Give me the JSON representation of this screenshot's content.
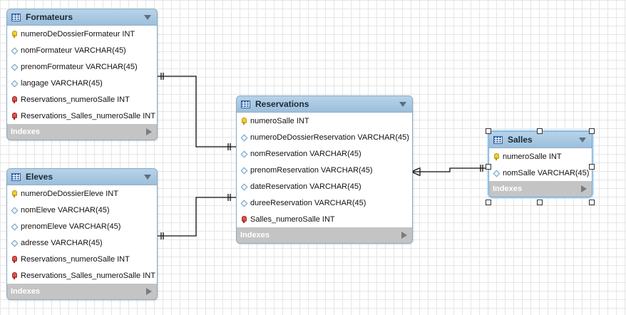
{
  "entities": {
    "formateurs": {
      "title": "Formateurs",
      "columns": [
        {
          "kind": "pk",
          "text": "numeroDeDossierFormateur INT"
        },
        {
          "kind": "nn",
          "text": "nomFormateur VARCHAR(45)"
        },
        {
          "kind": "nn",
          "text": "prenomFormateur VARCHAR(45)"
        },
        {
          "kind": "nn",
          "text": "langage VARCHAR(45)"
        },
        {
          "kind": "fk",
          "text": "Reservations_numeroSalle INT"
        },
        {
          "kind": "fk",
          "text": "Reservations_Salles_numeroSalle INT"
        }
      ],
      "indexes": "Indexes"
    },
    "eleves": {
      "title": "Eleves",
      "columns": [
        {
          "kind": "pk",
          "text": "numeroDeDossierEleve INT"
        },
        {
          "kind": "nn",
          "text": "nomEleve VARCHAR(45)"
        },
        {
          "kind": "nn",
          "text": "prenomEleve VARCHAR(45)"
        },
        {
          "kind": "nn",
          "text": "adresse VARCHAR(45)"
        },
        {
          "kind": "fk",
          "text": "Reservations_numeroSalle INT"
        },
        {
          "kind": "fk",
          "text": "Reservations_Salles_numeroSalle INT"
        }
      ],
      "indexes": "Indexes"
    },
    "reservations": {
      "title": "Reservations",
      "columns": [
        {
          "kind": "pk",
          "text": "numeroSalle INT"
        },
        {
          "kind": "nn",
          "text": "numeroDeDossierReservation VARCHAR(45)"
        },
        {
          "kind": "nn",
          "text": "nomReservation VARCHAR(45)"
        },
        {
          "kind": "nn",
          "text": "prenomReservation VARCHAR(45)"
        },
        {
          "kind": "nn",
          "text": "dateReservation VARCHAR(45)"
        },
        {
          "kind": "nn",
          "text": "dureeReservation VARCHAR(45)"
        },
        {
          "kind": "fk",
          "text": "Salles_numeroSalle INT"
        }
      ],
      "indexes": "Indexes"
    },
    "salles": {
      "title": "Salles",
      "selected": true,
      "columns": [
        {
          "kind": "pk",
          "text": "numeroSalle INT"
        },
        {
          "kind": "nn",
          "text": "nomSalle VARCHAR(45)"
        }
      ],
      "indexes": "Indexes"
    }
  },
  "icons": {
    "table": "table-icon",
    "pk": "primary-key-icon",
    "fk": "foreign-key-icon",
    "nn": "column-diamond-icon",
    "collapse": "chevron-down-icon",
    "expand": "triangle-right-icon"
  },
  "relationships": [
    {
      "from": "formateurs",
      "to": "reservations",
      "cardinality": "one-to-one"
    },
    {
      "from": "eleves",
      "to": "reservations",
      "cardinality": "one-to-one"
    },
    {
      "from": "reservations",
      "to": "salles",
      "cardinality": "many-to-one"
    }
  ],
  "colors": {
    "header": "#a8c8e1",
    "indexes_bar": "#c4c4c4",
    "selection": "#6fa8d8"
  }
}
